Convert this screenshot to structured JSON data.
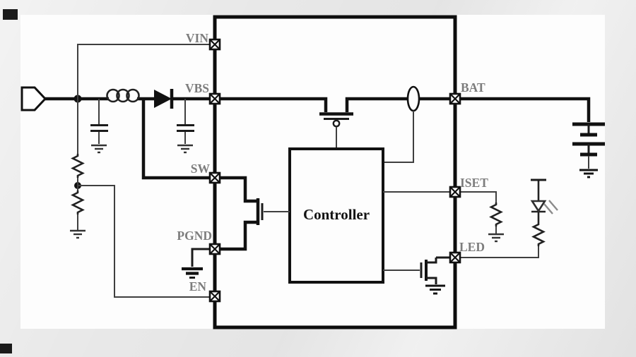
{
  "diagram": {
    "type": "circuit-schematic",
    "controller_label": "Controller",
    "pins": {
      "left": [
        "VIN",
        "VBS",
        "SW",
        "PGND",
        "EN"
      ],
      "right": [
        "BAT",
        "ISET",
        "LED"
      ]
    },
    "components": [
      "input-connector",
      "input-capacitor",
      "feedback-voltage-divider",
      "inductor",
      "schottky-diode",
      "vbs-capacitor",
      "high-side-pmos",
      "current-sense-element",
      "low-side-nmos",
      "controller-block",
      "battery",
      "iset-resistor",
      "led-indicator",
      "led-resistor",
      "led-driver-nmos",
      "ground-symbols"
    ],
    "colors": {
      "power_wire": "#111111",
      "signal_wire": "#3f3f3f",
      "pin_label": "#7d7d7d",
      "controller_text": "#141414",
      "canvas": "#fdfdfd",
      "page_background": "#e9e9e9"
    }
  }
}
